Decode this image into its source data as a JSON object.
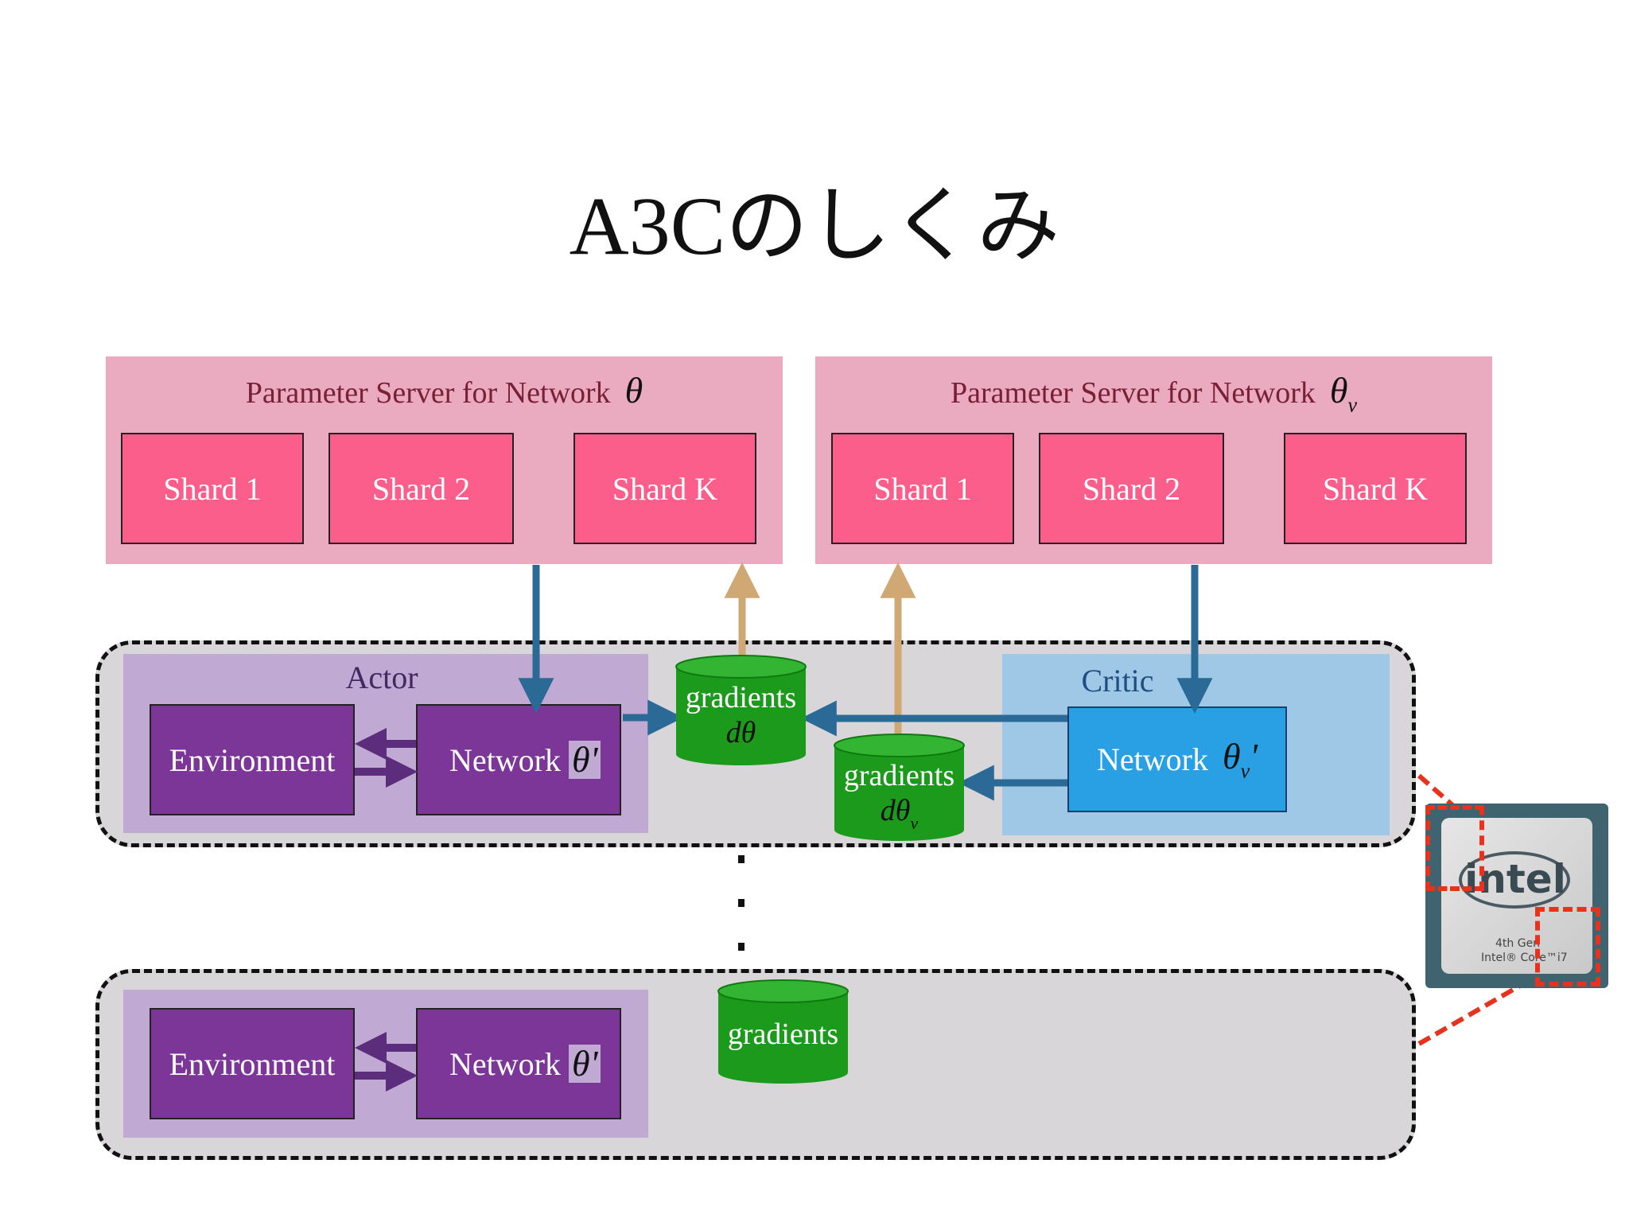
{
  "title": "A3Cのしくみ",
  "parameter_servers": [
    {
      "label": "Parameter Server for Network",
      "symbol": "θ",
      "subscript": "",
      "shards": [
        "Shard 1",
        "Shard 2",
        "Shard K"
      ]
    },
    {
      "label": "Parameter Server for Network",
      "symbol": "θ",
      "subscript": "v",
      "shards": [
        "Shard 1",
        "Shard 2",
        "Shard K"
      ]
    }
  ],
  "worker_1": {
    "actor_label": "Actor",
    "critic_label": "Critic",
    "environment": "Environment",
    "actor_network": "Network",
    "actor_symbol": "θ'",
    "critic_network": "Network",
    "critic_symbol": "θ",
    "critic_subscript": "v",
    "critic_prime": "'",
    "gradients_actor": {
      "label": "gradients",
      "symbol": "dθ",
      "subscript": ""
    },
    "gradients_critic": {
      "label": "gradients",
      "symbol": "dθ",
      "subscript": "v"
    }
  },
  "worker_2": {
    "environment": "Environment",
    "network": "Network",
    "symbol": "θ'",
    "gradients": "gradients"
  },
  "cpu": {
    "brand": "intel",
    "line1": "4th Gen",
    "line2": "Intel® Core™i7"
  },
  "colors": {
    "ps_background": "#eaaabf",
    "shard": "#fc5e8b",
    "actor_panel": "#c0a9d3",
    "network_box": "#7b3697",
    "critic_panel": "#9fc8e6",
    "critic_network": "#2aa0e4",
    "gradients": "#1c9a1c",
    "down_arrow": "#2b6a96",
    "up_arrow": "#cfa873",
    "env_arrow": "#5c2d7c",
    "highlight": "#e8321e"
  }
}
